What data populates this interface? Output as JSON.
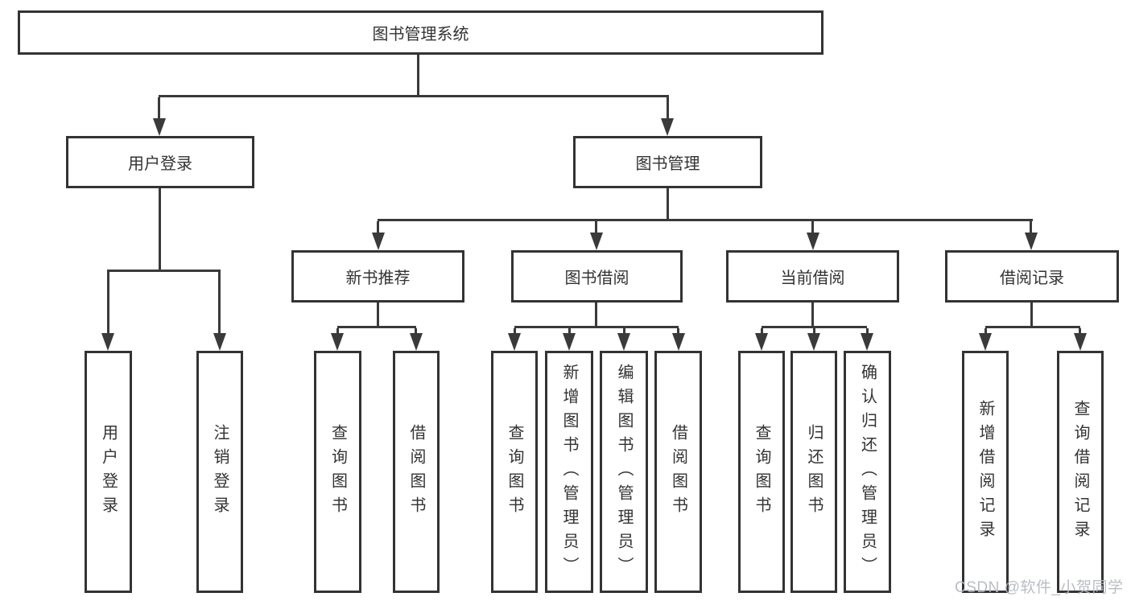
{
  "diagram": {
    "nodes": {
      "root": "图书管理系统",
      "user_login": "用户登录",
      "book_mgmt": "图书管理",
      "new_books": "新书推荐",
      "book_borrow": "图书借阅",
      "current_borrow": "当前借阅",
      "borrow_records": "借阅记录",
      "leaf_user_login": "用户登录",
      "leaf_logout": "注销登录",
      "leaf_nb_query": "查询图书",
      "leaf_nb_borrow": "借阅图书",
      "leaf_bb_query": "查询图书",
      "leaf_bb_add": "新增图书（管理员）",
      "leaf_bb_edit": "编辑图书（管理员）",
      "leaf_bb_borrow": "借阅图书",
      "leaf_cb_query": "查询图书",
      "leaf_cb_return": "归还图书",
      "leaf_cb_confirm": "确认归还（管理员）",
      "leaf_br_add": "新增借阅记录",
      "leaf_br_query": "查询借阅记录"
    },
    "watermark": "CSDN @软件_小贺同学",
    "colors": {
      "line": "#3a3a3a",
      "box_border": "#333333",
      "box_fill": "#ffffff",
      "text": "#333333",
      "watermark": "#b6bac2"
    }
  }
}
